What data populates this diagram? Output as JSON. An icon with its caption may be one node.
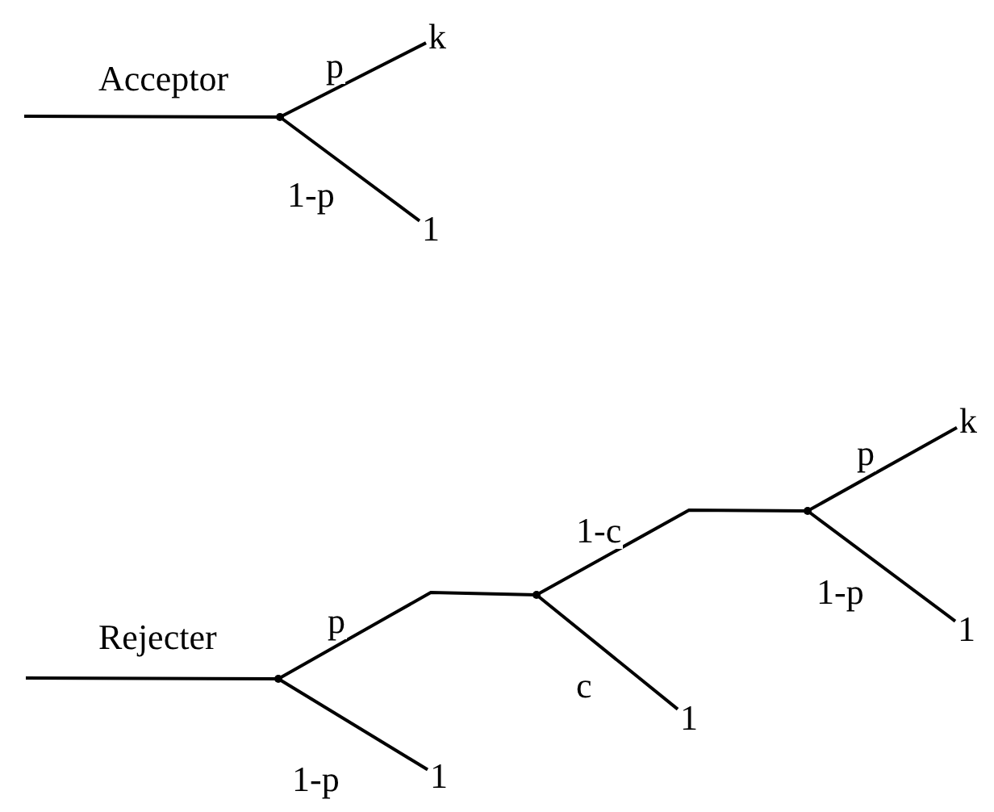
{
  "diagram": {
    "nodes": [
      {
        "text": [],
        "shape": "point"
      },
      {
        "text": [
          "k"
        ]
      },
      {
        "text": [
          "1"
        ]
      },
      {
        "text": [],
        "shape": "point"
      },
      {
        "text": [],
        "shape": "point"
      },
      {
        "text": [],
        "shape": "point"
      },
      {
        "text": [
          "k"
        ]
      },
      {
        "text": [
          "1"
        ]
      },
      {
        "text": [
          "1"
        ]
      },
      {
        "text": [
          "1"
        ]
      }
    ],
    "edges": [
      {
        "from": null,
        "to": 0,
        "arrow": "none",
        "label": "Acceptor"
      },
      {
        "from": 0,
        "to": 1,
        "arrow": "none",
        "label": "p"
      },
      {
        "from": 0,
        "to": 2,
        "arrow": "none",
        "label": "1-p"
      },
      {
        "from": null,
        "to": 3,
        "arrow": "none",
        "label": "Rejecter"
      },
      {
        "from": 3,
        "to": 4,
        "arrow": "none",
        "label": "p"
      },
      {
        "from": 3,
        "to": 9,
        "arrow": "none",
        "label": "1-p"
      },
      {
        "from": 4,
        "to": 5,
        "arrow": "none",
        "label": "1-c"
      },
      {
        "from": 4,
        "to": 8,
        "arrow": "none",
        "label": "c"
      },
      {
        "from": 5,
        "to": 6,
        "arrow": "none",
        "label": "p"
      },
      {
        "from": 5,
        "to": 7,
        "arrow": "none",
        "label": "1-p"
      }
    ]
  }
}
